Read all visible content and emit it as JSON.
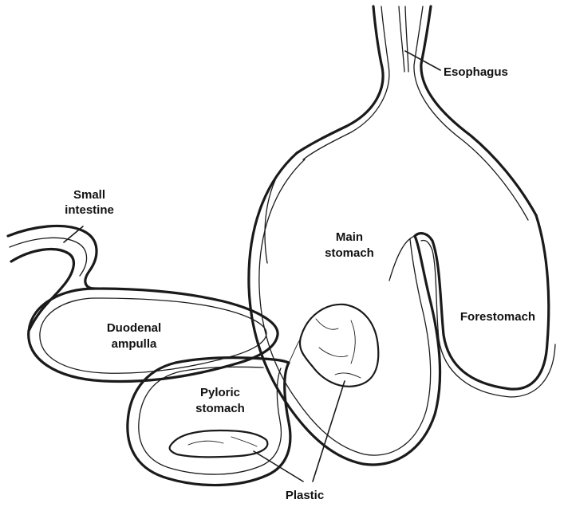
{
  "labels": {
    "esophagus": "Esophagus",
    "small_intestine_line1": "Small",
    "small_intestine_line2": "intestine",
    "main_stomach_line1": "Main",
    "main_stomach_line2": "stomach",
    "forestomach": "Forestomach",
    "duodenal_ampulla_line1": "Duodenal",
    "duodenal_ampulla_line2": "ampulla",
    "pyloric_stomach_line1": "Pyloric",
    "pyloric_stomach_line2": "stomach",
    "plastic": "Plastic"
  }
}
